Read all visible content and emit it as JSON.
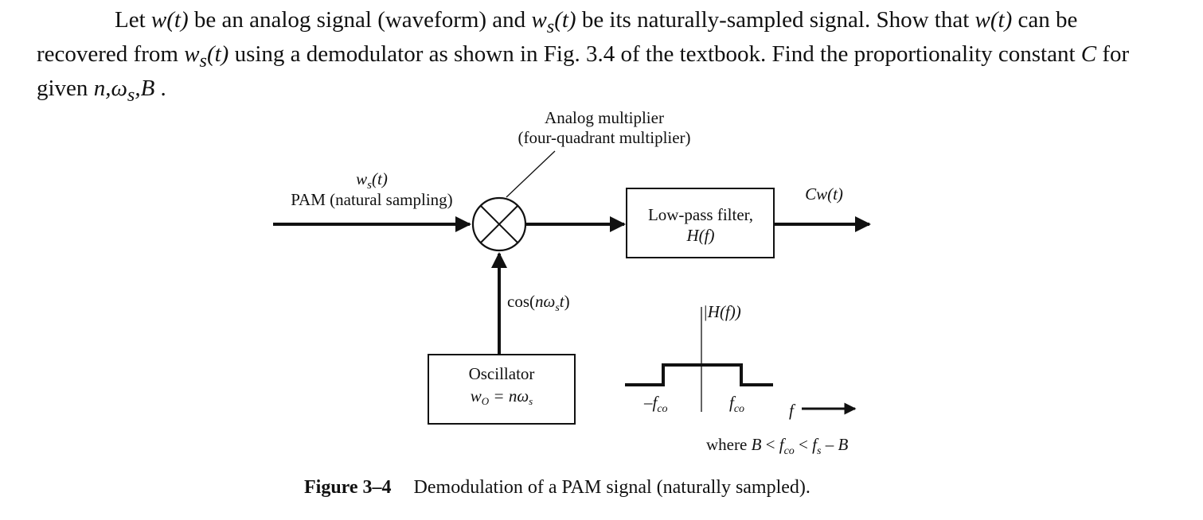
{
  "problem": {
    "seg1": "Let ",
    "w_t": "w(t)",
    "seg2": " be an analog signal (waveform) and ",
    "ws_w": "w",
    "ws_sub": "s",
    "ws_t": "(t)",
    "seg3": " be its naturally-sampled signal. Show that ",
    "w_t_2": "w(t)",
    "seg4": " can be recovered from ",
    "ws_w_2": "w",
    "ws_sub_2": "s",
    "ws_t_2": "(t)",
    "seg5": " using a demodulator as shown in Fig. 3.4 of the textbook. Find the proportionality constant ",
    "C": "C",
    "seg6": " for given ",
    "params": "n,ω",
    "params_sub": "s",
    "params_end": ",B",
    "seg7": " ."
  },
  "diagram": {
    "multiplier_label_1": "Analog multiplier",
    "multiplier_label_2": "(four-quadrant multiplier)",
    "input_w": "w",
    "input_sub": "s",
    "input_t": "(t)",
    "input_label": "PAM (natural sampling)",
    "lpf_label_1": "Low-pass filter,",
    "lpf_label_2": "H(f)",
    "output_label": "Cw(t)",
    "cos_pre": "cos(",
    "cos_n_omega": "nω",
    "cos_sub": "s",
    "cos_t": "t",
    "cos_post": ")",
    "oscillator_label": "Oscillator",
    "oscillator_eq_lhs": "w",
    "oscillator_eq_sub": "O",
    "oscillator_eq_rhs": " = nω",
    "oscillator_eq_rhs_sub": "s",
    "freq_response_label": "|H(f)",
    "freq_response_close": ")",
    "neg_fco_pre": "–f",
    "neg_fco_sub": "co",
    "pos_fco_pre": "f",
    "pos_fco_sub": "co",
    "f_axis_label": "f",
    "where_pre": "where ",
    "where_B": "B",
    "where_lt1": " < ",
    "where_f": "f",
    "where_f_sub": "co",
    "where_lt2": " < ",
    "where_fs": "f",
    "where_fs_sub": "s",
    "where_minus": " – ",
    "where_B2": "B"
  },
  "caption": {
    "number": "Figure 3–4",
    "text": "Demodulation of a PAM signal (naturally sampled)."
  }
}
